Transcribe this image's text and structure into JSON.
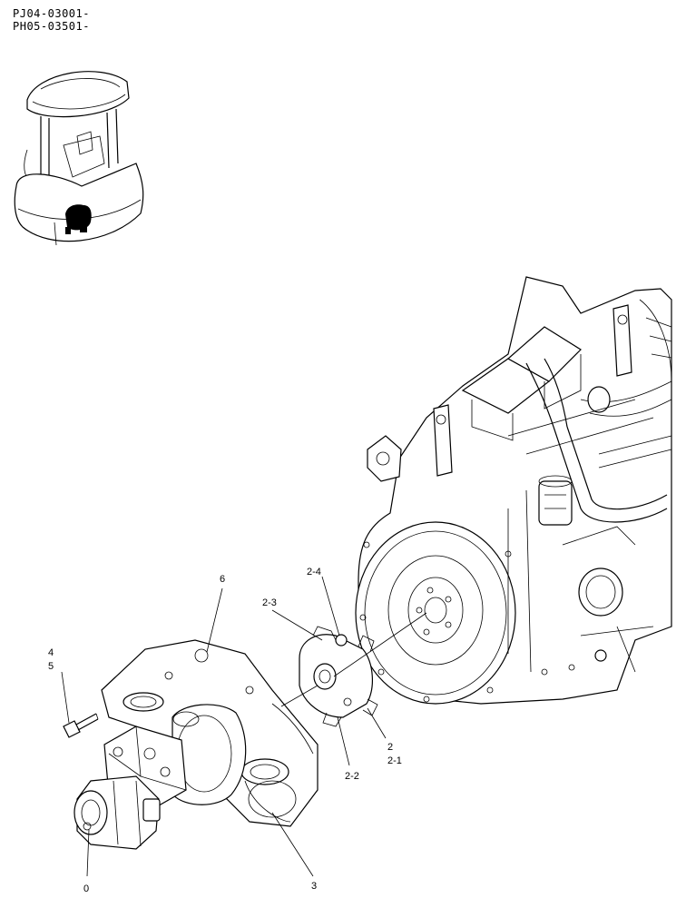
{
  "header": {
    "line1": "PJ04-03001-",
    "line2": "PH05-03501-"
  },
  "callouts": {
    "c0": "0",
    "c2": "2",
    "c2_1": "2-1",
    "c2_2": "2-2",
    "c2_3": "2-3",
    "c2_4": "2-4",
    "c3": "3",
    "c4": "4",
    "c5": "5",
    "c6": "6"
  }
}
